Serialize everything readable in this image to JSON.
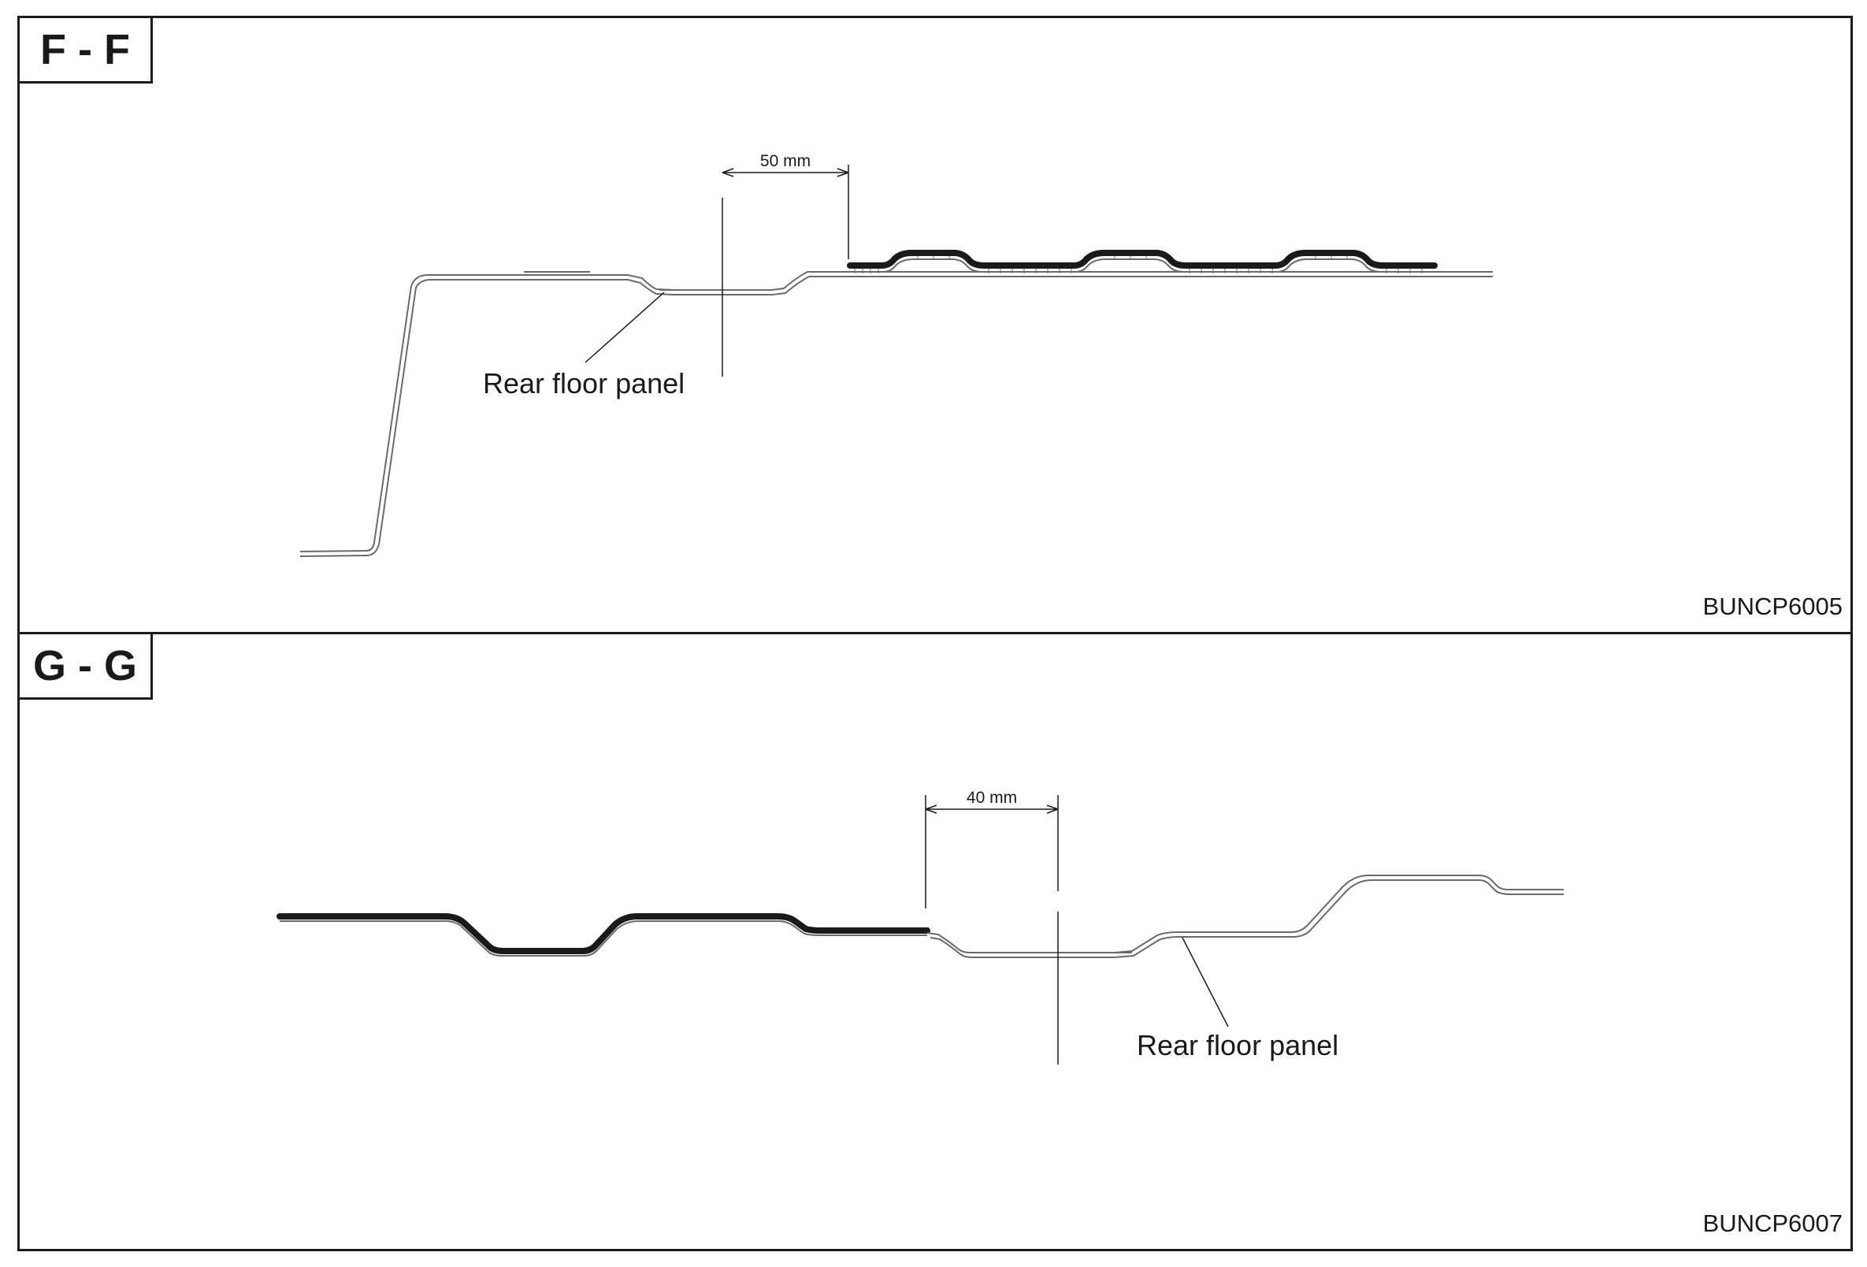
{
  "sections": [
    {
      "label": "F - F",
      "dimension": "50 mm",
      "callout": "Rear floor panel",
      "ref_code": "BUNCP6005"
    },
    {
      "label": "G - G",
      "dimension": "40 mm",
      "callout": "Rear floor panel",
      "ref_code": "BUNCP6007"
    }
  ],
  "colors": {
    "line": "#1a1a1a",
    "thin_part": "#6a6a6a",
    "sealer": "#1a1a1a"
  }
}
